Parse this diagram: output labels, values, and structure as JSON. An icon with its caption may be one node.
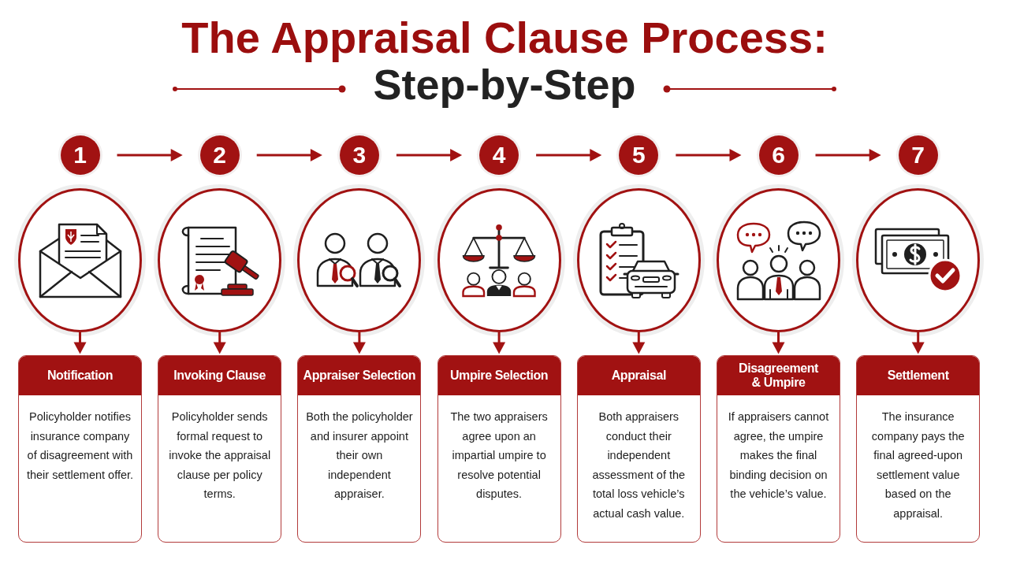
{
  "diagram": {
    "title": "The Appraisal Clause Process:",
    "nodes": [
      {
        "text": [
          "1"
        ]
      },
      {
        "text": [],
        "shape": "circle"
      },
      {
        "text": [
          "Notification",
          "Policyholder notifies insurance company of disagreement with their settlement offer."
        ]
      },
      {
        "text": [
          "2"
        ]
      },
      {
        "text": [],
        "shape": "circle"
      },
      {
        "text": [
          "Invoking Clause",
          "Policyholder sends formal request to invoke the appraisal clause per policy terms."
        ]
      },
      {
        "text": [
          "3"
        ]
      },
      {
        "text": [],
        "shape": "circle"
      },
      {
        "text": [
          "Appraiser Selection",
          "Both the policyholder and insurer appoint their own independent appraiser."
        ]
      },
      {
        "text": [
          "4"
        ]
      },
      {
        "text": [],
        "shape": "circle"
      },
      {
        "text": [
          "Umpire Selection",
          "The two appraisers agree upon an impartial umpire to resolve potential disputes."
        ]
      },
      {
        "text": [
          "5"
        ]
      },
      {
        "text": [],
        "shape": "circle"
      },
      {
        "text": [
          "Appraisal",
          "Both appraisers conduct their independent assessment of the total loss vehicle’s actual cash value."
        ]
      },
      {
        "text": [
          "6"
        ]
      },
      {
        "text": [],
        "shape": "circle"
      },
      {
        "text": [
          "Disagreement & Umpire",
          "If appraisers cannot agree, the umpire makes the final binding decision on the vehicle’s value."
        ]
      },
      {
        "text": [
          "7"
        ]
      },
      {
        "text": [],
        "shape": "circle"
      },
      {
        "text": [
          "Settlement",
          "The insurance company pays the final agreed-upon settlement value based on the appraisal."
        ]
      }
    ],
    "edges": [
      {
        "from": 0,
        "to": 3,
        "arrow": "to"
      },
      {
        "from": 3,
        "to": 6,
        "arrow": "to"
      },
      {
        "from": 6,
        "to": 9,
        "arrow": "to"
      },
      {
        "from": 9,
        "to": 12,
        "arrow": "to"
      },
      {
        "from": 12,
        "to": 15,
        "arrow": "to"
      },
      {
        "from": 15,
        "to": 18,
        "arrow": "to"
      },
      {
        "from": 1,
        "to": 2,
        "arrow": "to"
      },
      {
        "from": 4,
        "to": 5,
        "arrow": "to"
      },
      {
        "from": 7,
        "to": 8,
        "arrow": "to"
      },
      {
        "from": 10,
        "to": 11,
        "arrow": "to"
      },
      {
        "from": 13,
        "to": 14,
        "arrow": "to"
      },
      {
        "from": 16,
        "to": 17,
        "arrow": "to"
      },
      {
        "from": 19,
        "to": 20,
        "arrow": "to"
      }
    ],
    "labels": [
      "Step-by-Step"
    ]
  }
}
